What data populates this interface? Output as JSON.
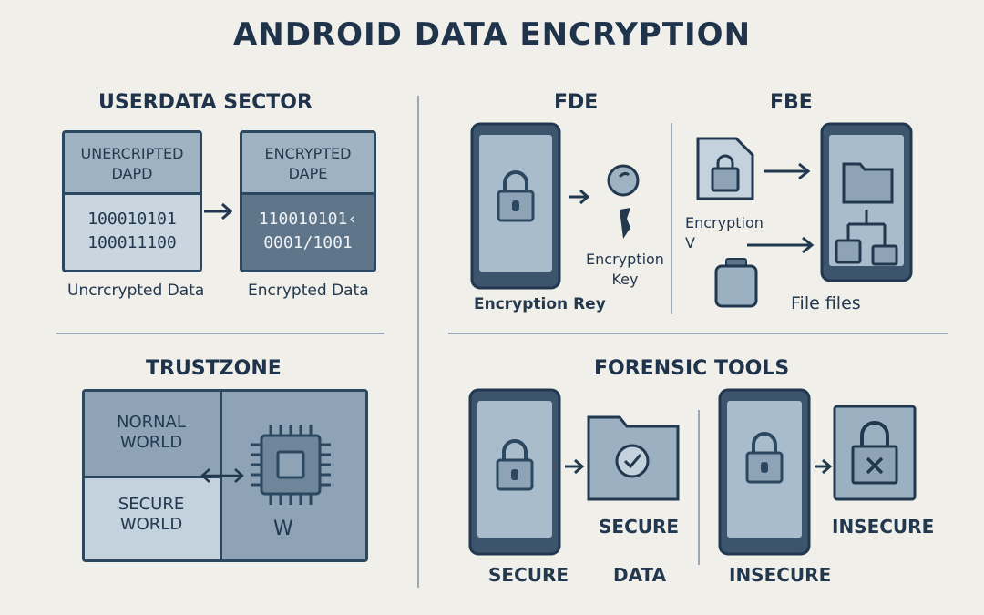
{
  "title": "ANDROID DATA ENCRYPTION",
  "userdata": {
    "heading": "USERDATA SECTOR",
    "left_box_header": "UNERCRIPTED DAPD",
    "left_box_bits": [
      "100010101",
      "100011100"
    ],
    "right_box_header": "ENCRYPTED DAPE",
    "right_box_bits": [
      "110010101‹",
      "0001/1001"
    ],
    "left_caption": "Uncrcrypted Data",
    "right_caption": "Encrypted Data"
  },
  "fde": {
    "heading": "FDE",
    "key_label": "Encryption Key",
    "caption": "Encryption Rey"
  },
  "fbe": {
    "heading": "FBE",
    "label": "Encryption V",
    "caption": "File files"
  },
  "trustzone": {
    "heading": "TRUSTZONE",
    "normal_world": "NORNAL WORLD",
    "secure_world": "SECURE WORLD",
    "chip_mark": "W"
  },
  "forensic": {
    "heading": "FORENSIC TOOLS",
    "secure_label": "SECURE",
    "secure_caption": "SECURE",
    "data_caption": "DATA",
    "insecure_caption": "INSECURE",
    "insecure_label": "INSECURE"
  },
  "colors": {
    "background": "#f1efea",
    "ink": "#22384f",
    "panel_light": "#c3d1dc",
    "panel_mid": "#9bb0c1",
    "panel_dark": "#5d7488"
  }
}
